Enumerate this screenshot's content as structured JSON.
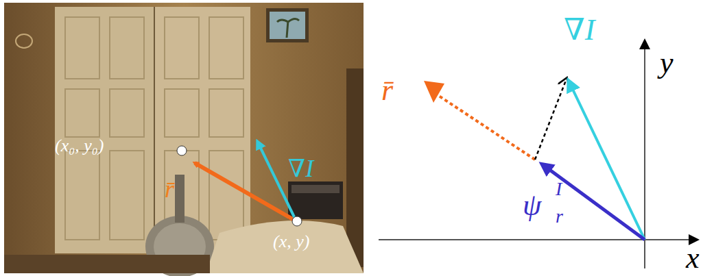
{
  "diagram": {
    "labels": [
      "(x₀, y₀)",
      "r̄",
      "∇I",
      "(x, y)",
      "∇I",
      "y",
      "r̄",
      "ψ",
      "I",
      "r",
      "x"
    ]
  }
}
